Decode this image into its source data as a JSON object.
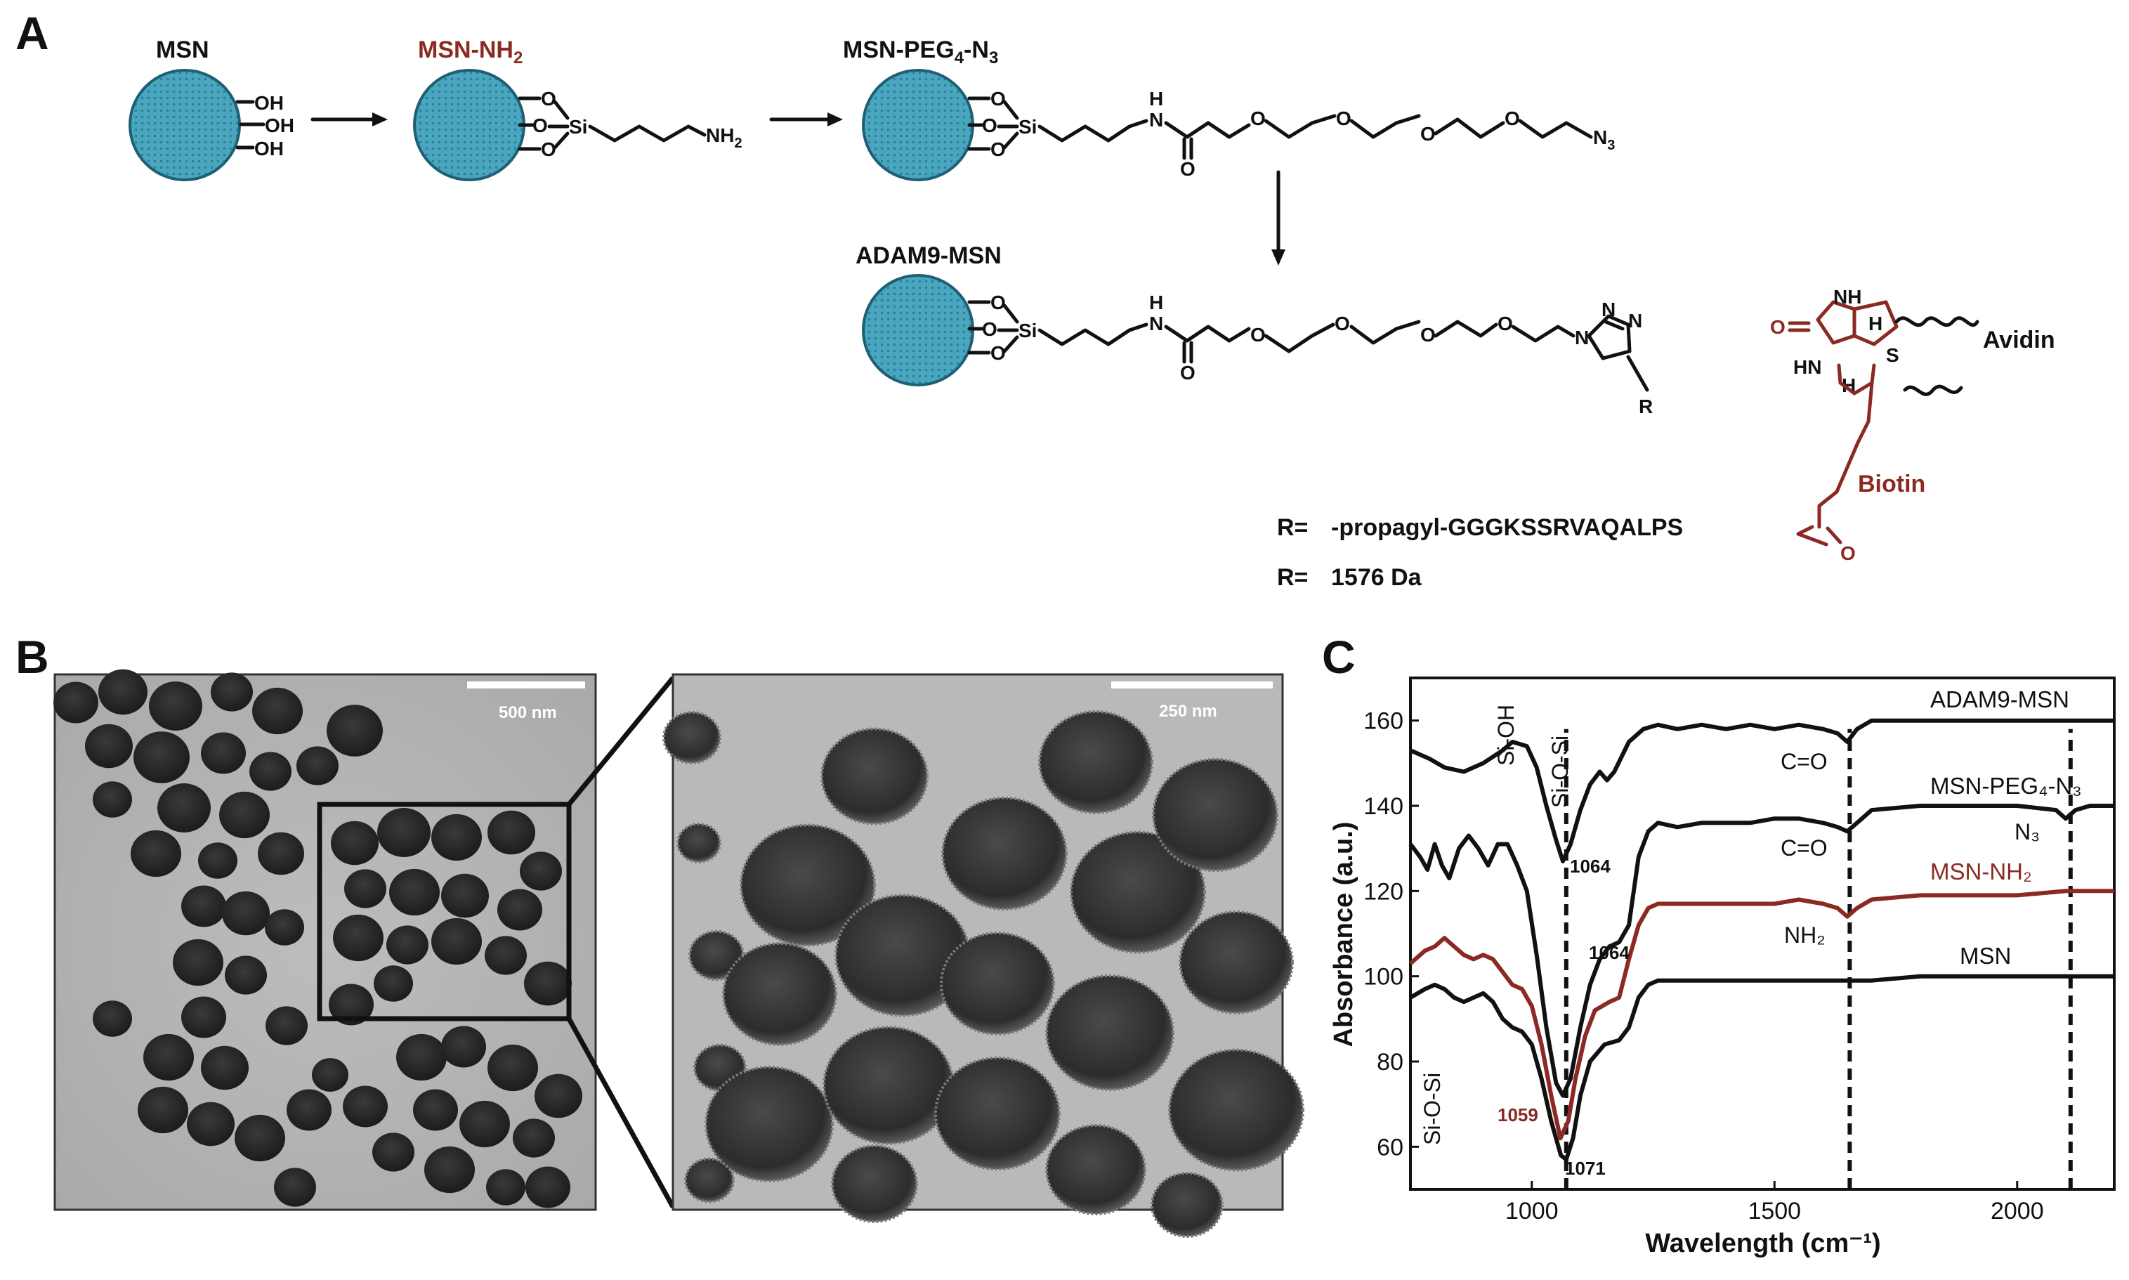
{
  "panels": {
    "a": "A",
    "b": "B",
    "c": "C"
  },
  "scheme": {
    "msn": "MSN",
    "msn_nh2_base": "MSN-NH",
    "msn_nh2_sub": "2",
    "msn_peg_base": "MSN-PEG",
    "msn_peg_sub1": "4",
    "msn_peg_mid": "-N",
    "msn_peg_sub2": "3",
    "adam9": "ADAM9-MSN",
    "oh": "OH",
    "si": "Si",
    "o": "O",
    "nh2_base": "NH",
    "nh2_sub": "2",
    "h": "H",
    "n": "N",
    "n3_base": "N",
    "n3_sub": "3",
    "r": "R",
    "s": "S",
    "hn": "HN",
    "nh": "NH",
    "avidin": "Avidin",
    "biotin": "Biotin",
    "r_eq_1": "R=",
    "r_def_1": "-propagyl-GGGKSSRVAQALPS",
    "r_eq_2": "R=",
    "r_def_2": "1576 Da"
  },
  "tem": {
    "scale_left": "500 nm",
    "scale_right": "250 nm"
  },
  "chart_data": {
    "type": "line",
    "xlabel": "Wavelength (cm⁻¹)",
    "ylabel": "Absorbance (a.u.)",
    "xlim": [
      750,
      2200
    ],
    "ylim": [
      50,
      170
    ],
    "xticks": [
      1000,
      1500,
      2000
    ],
    "yticks": [
      60,
      80,
      100,
      120,
      140,
      160
    ],
    "grid": false,
    "series": [
      {
        "name": "ADAM9-MSN",
        "color": "#111111",
        "points": [
          [
            750,
            153
          ],
          [
            790,
            151
          ],
          [
            820,
            149
          ],
          [
            860,
            148
          ],
          [
            900,
            150
          ],
          [
            940,
            153
          ],
          [
            960,
            155
          ],
          [
            990,
            154
          ],
          [
            1010,
            149
          ],
          [
            1030,
            140
          ],
          [
            1050,
            132
          ],
          [
            1064,
            127
          ],
          [
            1080,
            131
          ],
          [
            1100,
            139
          ],
          [
            1120,
            145
          ],
          [
            1140,
            148
          ],
          [
            1155,
            146
          ],
          [
            1170,
            148
          ],
          [
            1200,
            155
          ],
          [
            1230,
            158
          ],
          [
            1260,
            159
          ],
          [
            1300,
            158
          ],
          [
            1350,
            159
          ],
          [
            1400,
            158
          ],
          [
            1450,
            159
          ],
          [
            1500,
            158
          ],
          [
            1550,
            159
          ],
          [
            1600,
            158
          ],
          [
            1630,
            157
          ],
          [
            1650,
            155
          ],
          [
            1670,
            158
          ],
          [
            1700,
            160
          ],
          [
            1800,
            160
          ],
          [
            1900,
            160
          ],
          [
            2000,
            160
          ],
          [
            2100,
            160
          ],
          [
            2200,
            160
          ]
        ]
      },
      {
        "name": "MSN-PEG₄-N₃",
        "color": "#111111",
        "points": [
          [
            750,
            131
          ],
          [
            770,
            128
          ],
          [
            785,
            125
          ],
          [
            800,
            131
          ],
          [
            815,
            126
          ],
          [
            830,
            123
          ],
          [
            850,
            130
          ],
          [
            870,
            133
          ],
          [
            890,
            130
          ],
          [
            910,
            126
          ],
          [
            930,
            131
          ],
          [
            950,
            131
          ],
          [
            970,
            126
          ],
          [
            990,
            120
          ],
          [
            1010,
            105
          ],
          [
            1030,
            88
          ],
          [
            1050,
            75
          ],
          [
            1064,
            72
          ],
          [
            1080,
            76
          ],
          [
            1100,
            88
          ],
          [
            1120,
            98
          ],
          [
            1140,
            104
          ],
          [
            1160,
            107
          ],
          [
            1180,
            108
          ],
          [
            1200,
            112
          ],
          [
            1220,
            128
          ],
          [
            1240,
            134
          ],
          [
            1260,
            136
          ],
          [
            1300,
            135
          ],
          [
            1350,
            136
          ],
          [
            1400,
            136
          ],
          [
            1450,
            136
          ],
          [
            1500,
            137
          ],
          [
            1550,
            137
          ],
          [
            1600,
            136
          ],
          [
            1630,
            135
          ],
          [
            1650,
            134
          ],
          [
            1670,
            136
          ],
          [
            1700,
            139
          ],
          [
            1800,
            140
          ],
          [
            1900,
            140
          ],
          [
            2000,
            140
          ],
          [
            2080,
            139
          ],
          [
            2100,
            137
          ],
          [
            2120,
            139
          ],
          [
            2150,
            140
          ],
          [
            2200,
            140
          ]
        ]
      },
      {
        "name": "MSN-NH₂",
        "color": "#8b2a22",
        "points": [
          [
            750,
            103
          ],
          [
            780,
            106
          ],
          [
            800,
            107
          ],
          [
            820,
            109
          ],
          [
            840,
            107
          ],
          [
            860,
            105
          ],
          [
            880,
            104
          ],
          [
            900,
            105
          ],
          [
            920,
            104
          ],
          [
            940,
            101
          ],
          [
            960,
            98
          ],
          [
            980,
            97
          ],
          [
            1000,
            93
          ],
          [
            1020,
            84
          ],
          [
            1040,
            72
          ],
          [
            1059,
            62
          ],
          [
            1075,
            66
          ],
          [
            1090,
            76
          ],
          [
            1110,
            86
          ],
          [
            1130,
            92
          ],
          [
            1160,
            94
          ],
          [
            1180,
            95
          ],
          [
            1200,
            104
          ],
          [
            1220,
            112
          ],
          [
            1240,
            116
          ],
          [
            1260,
            117
          ],
          [
            1300,
            117
          ],
          [
            1400,
            117
          ],
          [
            1500,
            117
          ],
          [
            1550,
            118
          ],
          [
            1600,
            117
          ],
          [
            1630,
            116
          ],
          [
            1650,
            114
          ],
          [
            1670,
            116
          ],
          [
            1700,
            118
          ],
          [
            1800,
            119
          ],
          [
            1900,
            119
          ],
          [
            2000,
            119
          ],
          [
            2100,
            120
          ],
          [
            2200,
            120
          ]
        ]
      },
      {
        "name": "MSN",
        "color": "#111111",
        "points": [
          [
            750,
            95
          ],
          [
            780,
            97
          ],
          [
            800,
            98
          ],
          [
            820,
            97
          ],
          [
            840,
            95
          ],
          [
            860,
            94
          ],
          [
            880,
            95
          ],
          [
            900,
            96
          ],
          [
            920,
            94
          ],
          [
            940,
            90
          ],
          [
            960,
            88
          ],
          [
            980,
            87
          ],
          [
            1000,
            84
          ],
          [
            1020,
            76
          ],
          [
            1040,
            66
          ],
          [
            1060,
            58
          ],
          [
            1071,
            57
          ],
          [
            1085,
            62
          ],
          [
            1100,
            72
          ],
          [
            1120,
            80
          ],
          [
            1150,
            84
          ],
          [
            1180,
            85
          ],
          [
            1200,
            88
          ],
          [
            1220,
            95
          ],
          [
            1240,
            98
          ],
          [
            1260,
            99
          ],
          [
            1300,
            99
          ],
          [
            1400,
            99
          ],
          [
            1500,
            99
          ],
          [
            1600,
            99
          ],
          [
            1700,
            99
          ],
          [
            1800,
            100
          ],
          [
            1900,
            100
          ],
          [
            2000,
            100
          ],
          [
            2100,
            100
          ],
          [
            2200,
            100
          ]
        ]
      }
    ],
    "series_labels": [
      "ADAM9-MSN",
      "MSN-PEG₄-N₃",
      "MSN-NH₂",
      "MSN"
    ],
    "reference_lines_x": [
      1071,
      1655,
      2110
    ],
    "annotations": {
      "si_oh": "Si-OH",
      "si_o_si_top": "Si-O-Si",
      "si_o_si_left": "Si-O-Si",
      "c_o_1": "C=O",
      "c_o_2": "C=O",
      "n3": "N₃",
      "nh2": "NH₂",
      "peak_1064a": "1064",
      "peak_1064b": "1064",
      "peak_1059": "1059",
      "peak_1071": "1071"
    }
  }
}
